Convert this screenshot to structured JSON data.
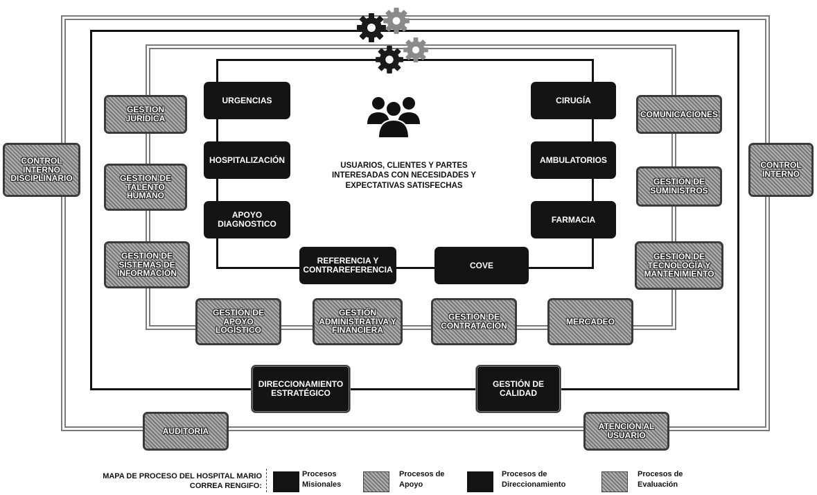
{
  "procesos_misionales": {
    "urgencias": "URGENCIAS",
    "hospitalizacion": "HOSPITALIZACIÓN",
    "apoyo_diagnostico": "APOYO DIAGNOSTICO",
    "cirugia": "CIRUGÍA",
    "ambulatorios": "AMBULATORIOS",
    "farmacia": "FARMACIA",
    "referencia": "REFERENCIA Y CONTRAREFERENCIA",
    "cove": "COVE"
  },
  "center": {
    "text": "USUARIOS, CLIENTES Y PARTES INTERESADAS CON NECESIDADES Y EXPECTATIVAS SATISFECHAS",
    "icon": "users-group-icon"
  },
  "procesos_apoyo": {
    "juridica": "GESTION JURÍDICA",
    "talento": "GESTION DE TALENTO HUMANO",
    "sistemas": "GESTIÓN DE SISTEMAS DE INFORMACIÓN",
    "comunicaciones": "COMUNICACIONES",
    "suministros": "GESTIÓN DE SUMINISTROS",
    "tecnologia": "GESTIÓN DE TECNOLOGÍA Y MANTENIMIENTO",
    "logistico": "GESTIÓN DE APOYO LOGÍSTICO",
    "administrativa": "GESTIÓN ADMINISTRATIVA Y FINANCIERA",
    "contratacion": "GESTIÓN DE CONTRATACIÓN",
    "mercadeo": "MERCADEO"
  },
  "procesos_direccionamiento": {
    "estrategico": "DIRECCIONAMIENTO ESTRATÉGICO",
    "calidad": "GESTIÓN DE CALIDAD"
  },
  "procesos_evaluacion": {
    "control_disciplinario": "CONTROL INTERNO DISCIPLINARIO",
    "control_interno": "CONTROL INTERNO",
    "auditoria": "AUDITORIA",
    "atencion": "ATENCIÓN AL USUARIO"
  },
  "decoration": {
    "icon": "gears-icon"
  },
  "legend": {
    "title": "MAPA DE PROCESO DEL HOSPITAL MARIO CORREA RENGIFO:",
    "misionales": "Procesos Misionales",
    "apoyo": "Procesos de Apoyo",
    "direccionamiento": "Procesos de Direccionamiento",
    "evaluacion": "Procesos de Evaluación"
  },
  "colors": {
    "misional": "#141414",
    "apoyo": "#9a9a9a",
    "direccionamiento": "#141414",
    "evaluacion": "#9a9a9a"
  }
}
